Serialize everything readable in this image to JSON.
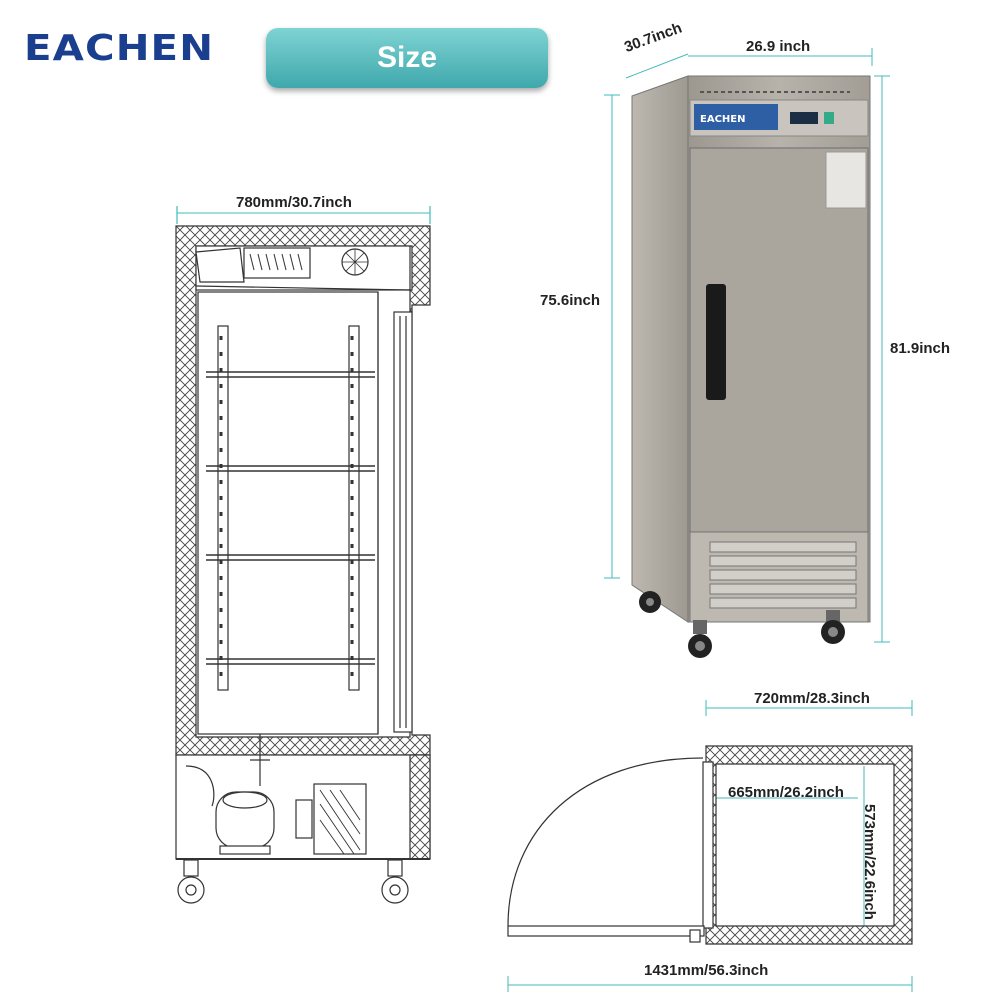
{
  "brand": {
    "logo_text": "EACHEN"
  },
  "header": {
    "section_label": "Size"
  },
  "cutaway": {
    "width_label": "780mm/30.7inch"
  },
  "photo": {
    "depth_label": "30.7inch",
    "width_label": "26.9 inch",
    "body_height_label": "75.6inch",
    "total_height_label": "81.9inch",
    "panel_brand": "EACHEN"
  },
  "plan_view": {
    "outer_width_label": "720mm/28.3inch",
    "inner_width_label": "665mm/26.2inch",
    "inner_depth_label": "573mm/22.6inch",
    "door_open_width_label": "1431mm/56.3inch"
  },
  "colors": {
    "brand_blue": "#1b3f8f",
    "accent_teal": "#3fa8ac",
    "steel": "#a8a39c"
  }
}
